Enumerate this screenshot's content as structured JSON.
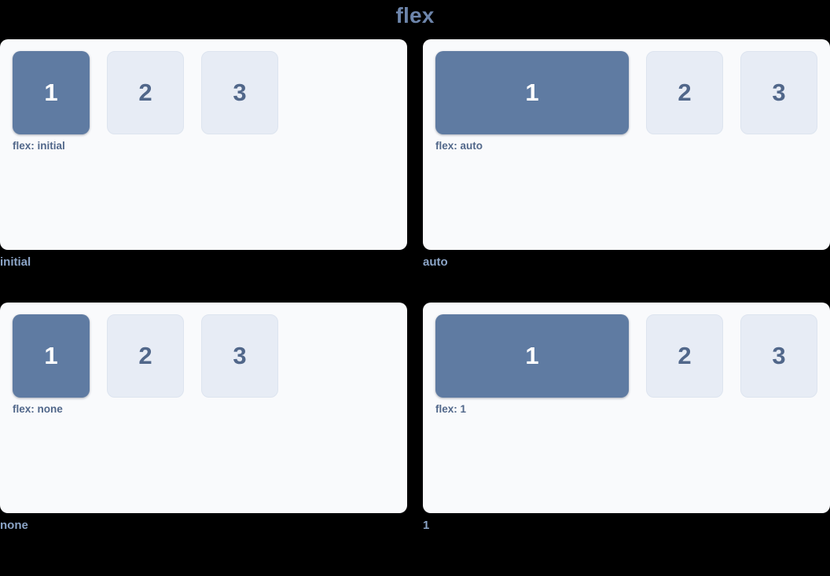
{
  "page": {
    "title": "flex",
    "background_color": "#000000",
    "title_color": "#6d85ab"
  },
  "theme": {
    "panel_bg": "#f9fafc",
    "primary_box_bg": "#5f7ba2",
    "primary_box_text": "#ffffff",
    "muted_box_bg": "#e7ecf5",
    "muted_box_text": "#51678a",
    "muted_box_border": "#dde4ef",
    "flex_label_color": "#51678a",
    "caption_color": "#8ba4c6"
  },
  "demos": [
    {
      "caption": "initial",
      "flex_label": "flex: initial",
      "variant": "v-initial",
      "boxes": [
        {
          "label": "1",
          "style": "primary"
        },
        {
          "label": "2",
          "style": "muted"
        },
        {
          "label": "3",
          "style": "muted"
        }
      ]
    },
    {
      "caption": "auto",
      "flex_label": "flex: auto",
      "variant": "v-auto",
      "boxes": [
        {
          "label": "1",
          "style": "primary"
        },
        {
          "label": "2",
          "style": "muted"
        },
        {
          "label": "3",
          "style": "muted"
        }
      ]
    },
    {
      "caption": "none",
      "flex_label": "flex: none",
      "variant": "v-none",
      "boxes": [
        {
          "label": "1",
          "style": "primary"
        },
        {
          "label": "2",
          "style": "muted"
        },
        {
          "label": "3",
          "style": "muted"
        }
      ]
    },
    {
      "caption": "1",
      "flex_label": "flex: 1",
      "variant": "v-one",
      "boxes": [
        {
          "label": "1",
          "style": "primary"
        },
        {
          "label": "2",
          "style": "muted"
        },
        {
          "label": "3",
          "style": "muted"
        }
      ]
    }
  ]
}
